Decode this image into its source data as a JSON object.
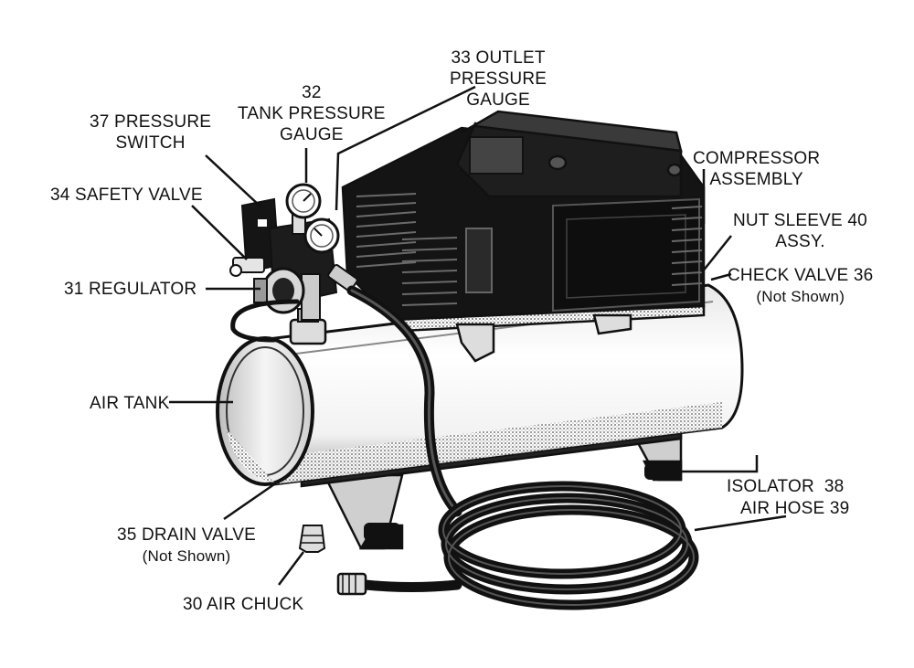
{
  "labels": {
    "outlet_gauge": [
      "33 OUTLET",
      "PRESSURE",
      "GAUGE"
    ],
    "tank_gauge": [
      "32",
      "TANK PRESSURE",
      "GAUGE"
    ],
    "pressure_switch": [
      "37 PRESSURE",
      "SWITCH"
    ],
    "safety_valve": "34 SAFETY VALVE",
    "regulator": "31 REGULATOR",
    "compressor_assembly": [
      "COMPRESSOR",
      "ASSEMBLY"
    ],
    "nut_sleeve": [
      "NUT SLEEVE 40",
      "ASSY."
    ],
    "check_valve": [
      "CHECK VALVE 36",
      "(Not Shown)"
    ],
    "air_tank": "AIR TANK",
    "isolator": "ISOLATOR  38",
    "air_hose": "AIR HOSE 39",
    "drain_valve": [
      "35 DRAIN VALVE",
      "(Not Shown)"
    ],
    "air_chuck": "30 AIR CHUCK"
  }
}
